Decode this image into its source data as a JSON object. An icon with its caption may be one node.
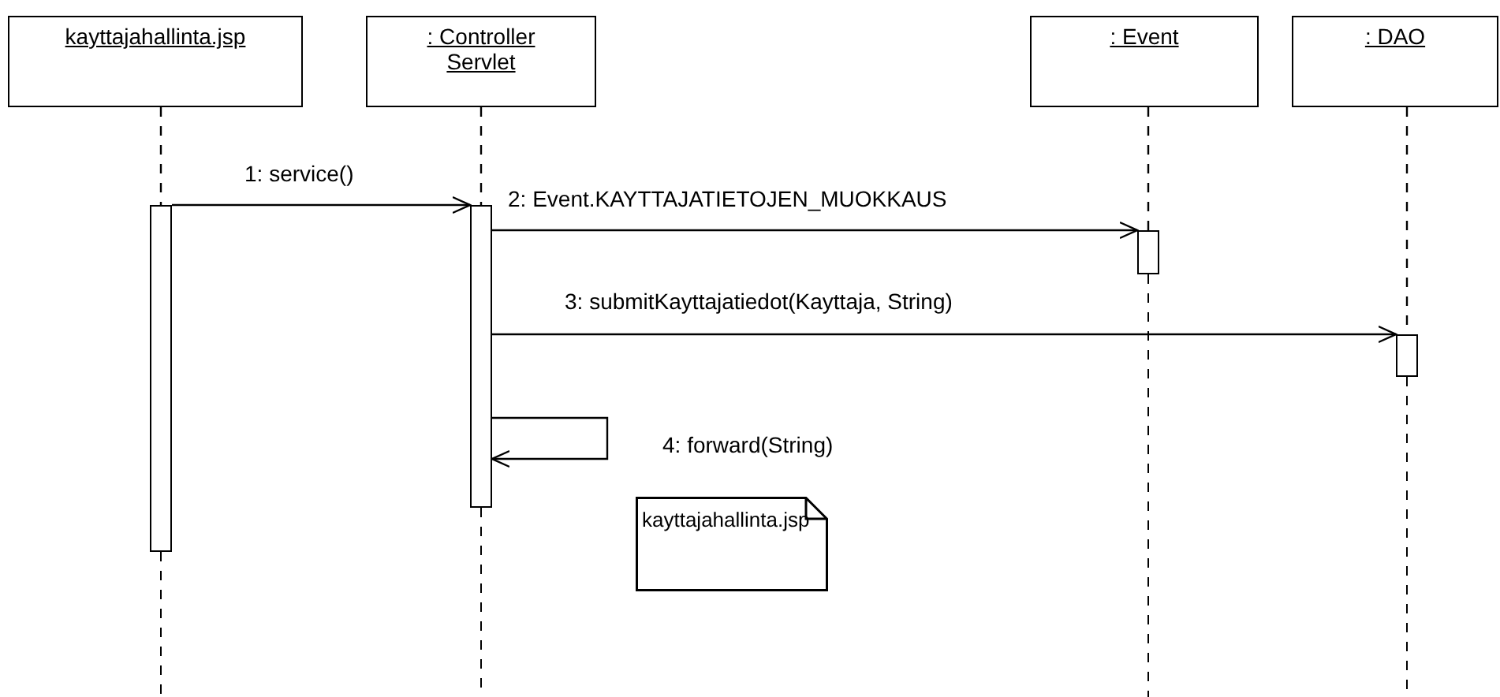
{
  "diagram": {
    "nodes": [
      {
        "text": [
          "kayttajahallinta.jsp"
        ]
      },
      {
        "text": [
          ": Controller Servlet"
        ]
      },
      {
        "text": [
          ": Event"
        ]
      },
      {
        "text": [
          ": DAO"
        ]
      },
      {
        "text": [],
        "shape": "bar"
      },
      {
        "text": [],
        "shape": "bar"
      },
      {
        "text": [],
        "shape": "bar"
      },
      {
        "text": [],
        "shape": "bar"
      },
      {
        "text": [
          "kayttajahallinta.jsp"
        ]
      }
    ],
    "edges": [
      {
        "from": 0,
        "to": 4,
        "arrow": "none",
        "style": "dashed"
      },
      {
        "from": 1,
        "to": 5,
        "arrow": "none",
        "style": "dashed"
      },
      {
        "from": 2,
        "to": 6,
        "arrow": "none",
        "style": "dashed"
      },
      {
        "from": 3,
        "to": 7,
        "arrow": "none",
        "style": "dashed"
      },
      {
        "from": 4,
        "to": 5,
        "arrow": "to",
        "label": "1: service()"
      },
      {
        "from": 5,
        "to": 6,
        "arrow": "to",
        "label": "2: Event.KAYTTAJATIETOJEN_MUOKKAUS"
      },
      {
        "from": 5,
        "to": 7,
        "arrow": "to",
        "label": "3: submitKayttajatiedot(Kayttaja, String)"
      },
      {
        "from": 5,
        "to": 5,
        "arrow": "to",
        "label": "4: forward(String)"
      }
    ]
  }
}
